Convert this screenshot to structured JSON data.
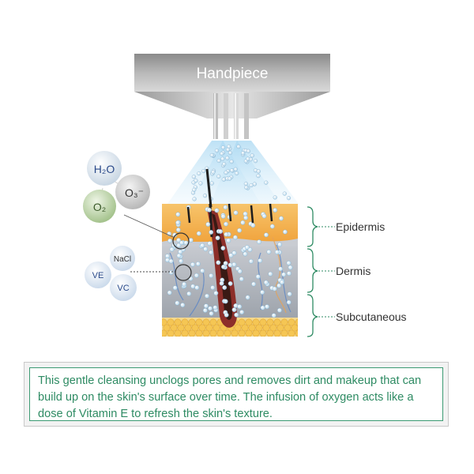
{
  "diagram": {
    "handpiece_label": "Handpiece",
    "molecules": {
      "h2o": "H₂O",
      "o3": "O₃⁻",
      "o2": "O₂",
      "nacl": "NaCl",
      "ve": "VE",
      "vc": "VC"
    },
    "layers": {
      "epidermis": "Epidermis",
      "dermis": "Dermis",
      "subcutaneous": "Subcutaneous"
    }
  },
  "caption": {
    "text": "This gentle cleansing unclogs pores and removes dirt and makeup that can build up on the skin's surface over time. The infusion of oxygen acts like a dose of Vitamin E to refresh the skin's texture."
  }
}
